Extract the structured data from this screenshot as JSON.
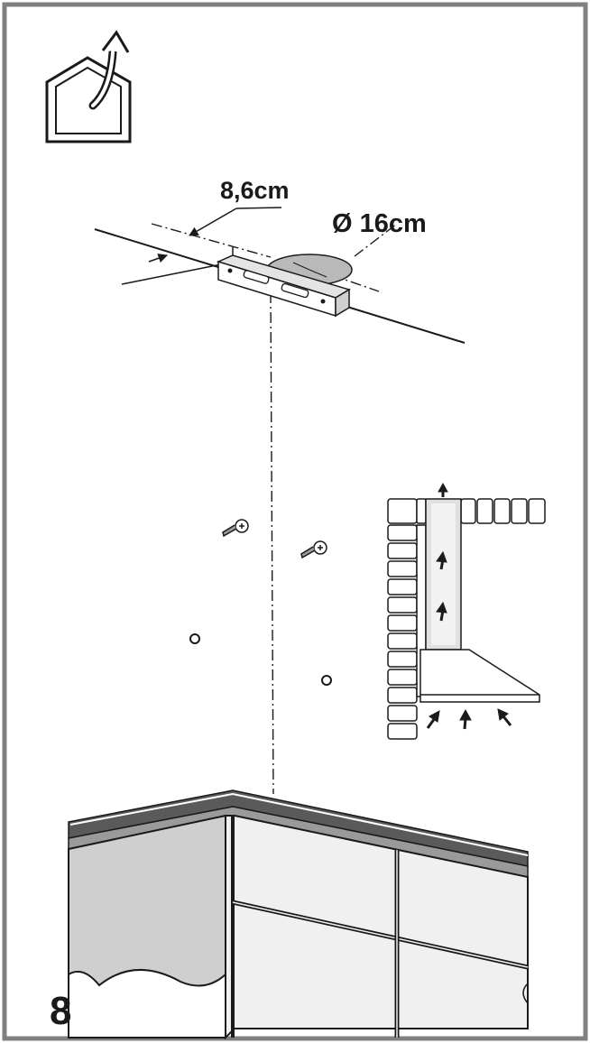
{
  "labels": {
    "width_dimension": "8,6cm",
    "duct_diameter": "Ø 16cm",
    "step_number": "8"
  },
  "icons": {
    "mode_icon": "external-venting-house-icon",
    "screw": "wall-screw-icon",
    "hole": "drill-hole-icon",
    "arrow": "airflow-arrow-icon"
  },
  "colors": {
    "frame": "#808080",
    "line": "#1a1a1a",
    "shade": "#b9b9b9",
    "cabinet_side": "#cfcfcf",
    "panel": "#ebebeb"
  }
}
